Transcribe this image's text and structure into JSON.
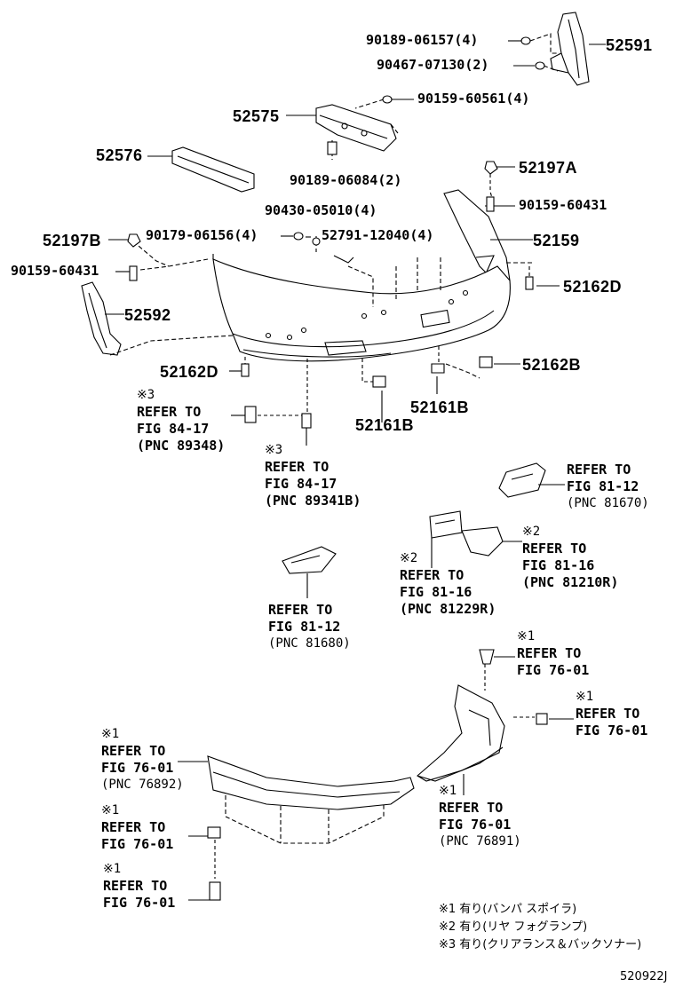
{
  "parts": {
    "p52591": "52591",
    "p90189_06157": "90189-06157(4)",
    "p90467_07130": "90467-07130(2)",
    "p90159_60561": "90159-60561(4)",
    "p52575": "52575",
    "p52576": "52576",
    "p90189_06084": "90189-06084(2)",
    "p52197A": "52197A",
    "p90159_60431_r": "90159-60431",
    "p90430_05010": "90430-05010(4)",
    "p52197B": "52197B",
    "p90179_06156": "90179-06156(4)",
    "p52791_12040": "52791-12040(4)",
    "p52159": "52159",
    "p90159_60431_l": "90159-60431",
    "p52162D_r": "52162D",
    "p52592": "52592",
    "p52162D_l": "52162D",
    "p52162B": "52162B",
    "p52161B_a": "52161B",
    "p52161B_b": "52161B"
  },
  "refs": {
    "r1": {
      "mark": "※3",
      "l1": "REFER TO",
      "l2": "FIG 84-17",
      "l3": "(PNC 89348)"
    },
    "r2": {
      "mark": "※3",
      "l1": "REFER TO",
      "l2": "FIG 84-17",
      "l3": "(PNC 89341B)"
    },
    "r3": {
      "l1": "REFER TO",
      "l2": "FIG 81-12",
      "l3": "(PNC 81670)"
    },
    "r4": {
      "mark": "※2",
      "l1": "REFER TO",
      "l2": "FIG 81-16",
      "l3": "(PNC 81210R)"
    },
    "r5": {
      "mark": "※2",
      "l1": "REFER TO",
      "l2": "FIG 81-16",
      "l3": "(PNC 81229R)"
    },
    "r6": {
      "l1": "REFER TO",
      "l2": "FIG 81-12",
      "l3": "(PNC 81680)"
    },
    "r7": {
      "mark": "※1",
      "l1": "REFER TO",
      "l2": "FIG 76-01"
    },
    "r8": {
      "mark": "※1",
      "l1": "REFER TO",
      "l2": "FIG 76-01"
    },
    "r9": {
      "mark": "※1",
      "l1": "REFER TO",
      "l2": "FIG 76-01",
      "l3": "(PNC 76892)"
    },
    "r10": {
      "mark": "※1",
      "l1": "REFER TO",
      "l2": "FIG 76-01",
      "l3": "(PNC 76891)"
    },
    "r11": {
      "mark": "※1",
      "l1": "REFER TO",
      "l2": "FIG 76-01"
    },
    "r12": {
      "mark": "※1",
      "l1": "REFER TO",
      "l2": "FIG 76-01"
    }
  },
  "legend": {
    "n1": "※1 有り(バンパ スポイラ)",
    "n2": "※2 有り(リヤ フォグランプ)",
    "n3": "※3 有り(クリアランス＆バックソナー)"
  },
  "footer": {
    "code": "520922J"
  }
}
